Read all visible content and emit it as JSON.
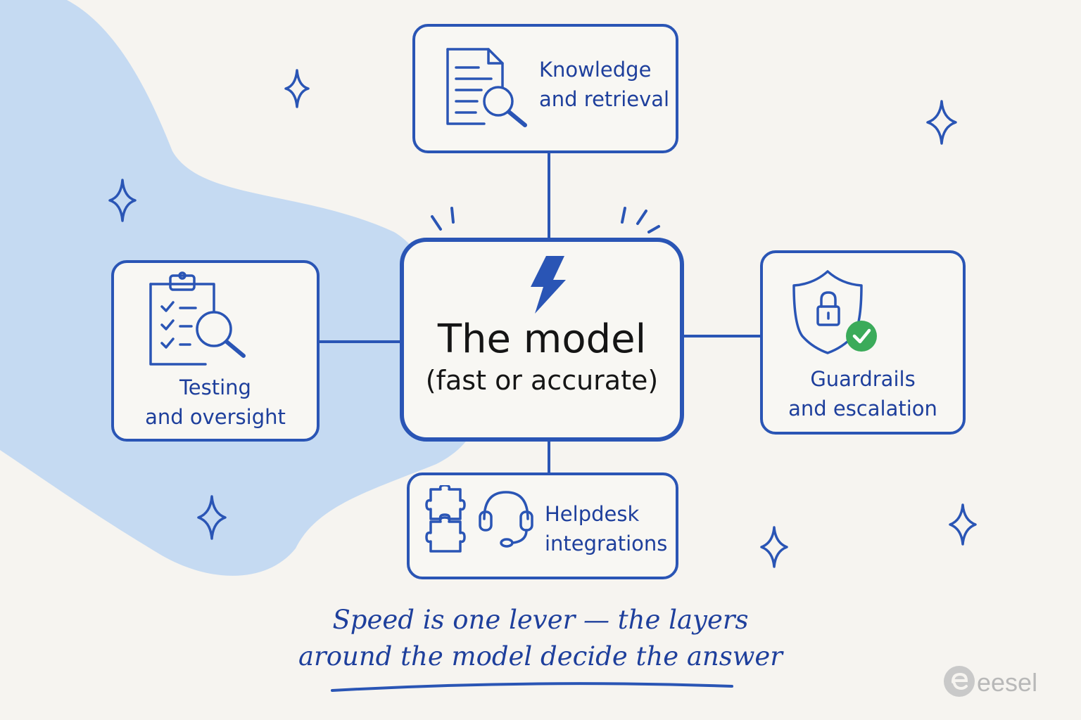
{
  "center_node": {
    "title": "The model",
    "subtitle": "(fast or accurate)",
    "icon": "lightning-bolt-icon"
  },
  "nodes": {
    "top": {
      "line1": "Knowledge",
      "line2": "and retrieval",
      "icon": "document-search-icon"
    },
    "left": {
      "line1": "Testing",
      "line2": "and oversight",
      "icon": "clipboard-checklist-search-icon"
    },
    "right": {
      "line1": "Guardrails",
      "line2": "and escalation",
      "icon": "shield-lock-check-icon"
    },
    "bottom": {
      "line1": "Helpdesk",
      "line2": "integrations",
      "icons": [
        "puzzle-icon",
        "headset-icon"
      ]
    }
  },
  "caption": {
    "line1": "Speed is one lever — the layers",
    "line2": "around the model decide the answer"
  },
  "brand": {
    "name": "eesel",
    "icon": "eesel-logo-icon"
  },
  "colors": {
    "ink": "#2a55b5",
    "text": "#1e3f9c",
    "blob": "#c5daf2",
    "check": "#3bab5a",
    "background": "#f6f4f0"
  }
}
